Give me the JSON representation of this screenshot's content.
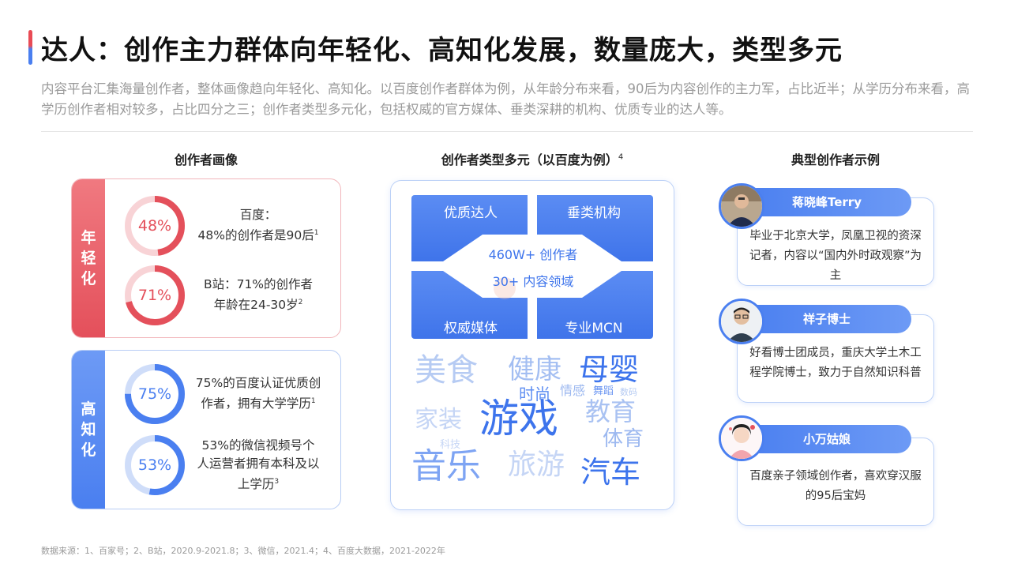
{
  "title": "达人：创作主力群体向年轻化、高知化发展，数量庞大，类型多元",
  "intro": "内容平台汇集海量创作者，整体画像趋向年轻化、高知化。以百度创作者群体为例，从年龄分布来看，90后为内容创作的主力军，占比近半；从学历分布来看，高学历创作者相对较多，占比四分之三；创作者类型多元化，包括权威的官方媒体、垂类深耕的机构、优质专业的达人等。",
  "columns": {
    "left": "创作者画像",
    "middle": "创作者类型多元（以百度为例）",
    "middle_sup": "4",
    "right": "典型创作者示例"
  },
  "portrait": {
    "young": {
      "tab": "年轻化",
      "stats": [
        {
          "value": 48,
          "label": "48%",
          "line1": "百度：",
          "line2": "48%的创作者是90后",
          "sup": "1"
        },
        {
          "value": 71,
          "label": "71%",
          "line1": "B站：71%的创作者",
          "line2": "年龄在24-30岁",
          "sup": "2"
        }
      ]
    },
    "educated": {
      "tab": "高知化",
      "stats": [
        {
          "value": 75,
          "label": "75%",
          "line1": "75%的百度认证优质创",
          "line2": "作者，拥有大学学历",
          "sup": "1"
        },
        {
          "value": 53,
          "label": "53%",
          "line1": "53%的微信视频号个",
          "line2": "人运营者拥有本科及以",
          "line3": "上学历",
          "sup": "3"
        }
      ]
    }
  },
  "types": {
    "quadrants": [
      "优质达人",
      "垂类机构",
      "权威媒体",
      "专业MCN"
    ],
    "center_line1": "460W+ 创作者",
    "center_line2": "30+ 内容领域",
    "words": [
      "美食",
      "健康",
      "母婴",
      "时尚",
      "情感",
      "舞蹈",
      "数码",
      "家装",
      "游戏",
      "教育",
      "科技",
      "体育",
      "音乐",
      "旅游",
      "汽车"
    ]
  },
  "examples": [
    {
      "name": "蒋晓峰Terry",
      "desc": "毕业于北京大学，凤凰卫视的资深记者，内容以“国内外时政观察”为主"
    },
    {
      "name": "祥子博士",
      "desc": "好看博士团成员，重庆大学土木工程学院博士，致力于自然知识科普"
    },
    {
      "name": "小万姑娘",
      "desc": "百度亲子领域创作者，喜欢穿汉服的95后宝妈"
    }
  ],
  "footnote": "数据来源：1、百家号；2、B站，2020.9-2021.8；3、微信，2021.4；4、百度大数据，2021-2022年",
  "colors": {
    "red": "#e4505b",
    "blue": "#4a7ff0",
    "light_red": "#f8d3d6",
    "light_blue": "#cfddf9"
  }
}
